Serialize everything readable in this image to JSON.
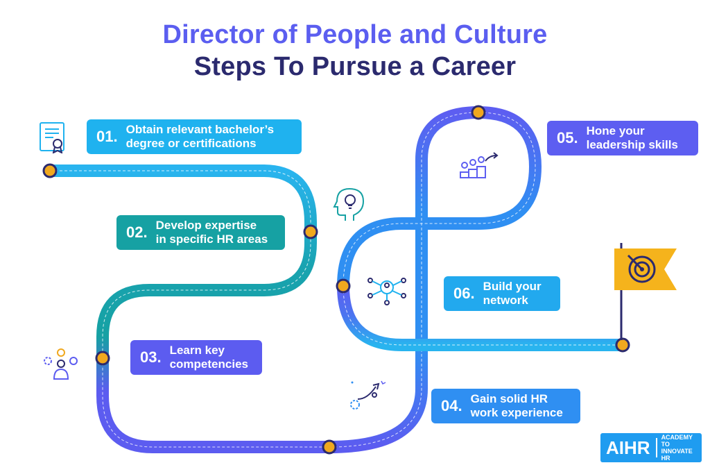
{
  "title": {
    "line1": "Director of People and Culture",
    "line2": "Steps To Pursue a Career"
  },
  "steps": [
    {
      "num": "01.",
      "text": "Obtain relevant bachelor’s\ndegree or certifications",
      "color": "#1fb2ef"
    },
    {
      "num": "02.",
      "text": "Develop expertise\nin specific HR areas",
      "color": "#16a1a3"
    },
    {
      "num": "03.",
      "text": "Learn key\ncompetencies",
      "color": "#5c5cf0"
    },
    {
      "num": "04.",
      "text": "Gain solid HR\nwork experience",
      "color": "#2f8ff2"
    },
    {
      "num": "05.",
      "text": "Hone your\nleadership skills",
      "color": "#5d5ef1"
    },
    {
      "num": "06.",
      "text": "Build your\nnetwork",
      "color": "#22a9ee"
    }
  ],
  "colors": {
    "cyan": "#1fb2ef",
    "teal": "#16a1a3",
    "purple": "#5c5cf0",
    "blue": "#2f8ff2",
    "flag": "#f5b31c",
    "dot": "#f0a81e"
  },
  "icons": [
    "certificate-icon",
    "lightbulb-head-icon",
    "gears-person-icon",
    "rocket-arrow-icon",
    "team-arrow-icon",
    "network-icon",
    "target-flag-icon"
  ],
  "logo": {
    "brand": "AIHR",
    "tagline": "ACADEMY TO\nINNOVATE HR"
  }
}
